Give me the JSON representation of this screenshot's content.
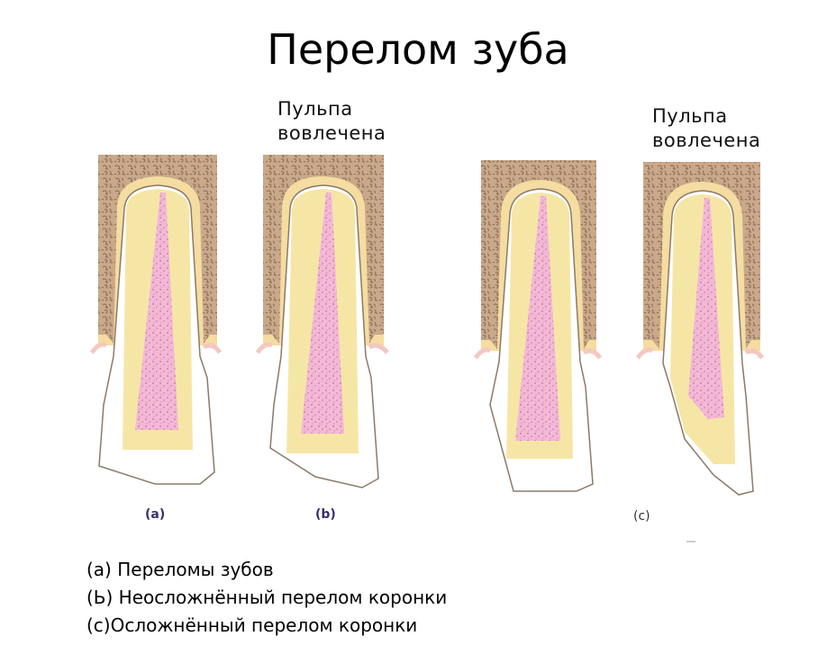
{
  "title": "Перелом зуба",
  "pulp_notes": [
    {
      "line1": "Пульпа",
      "line2": "вовлечена"
    },
    {
      "line1": "Пульпа",
      "line2": "вовлечена"
    }
  ],
  "figure_labels": [
    "(a)",
    "(b)",
    "(c)"
  ],
  "caption": [
    "(a) Переломы зубов",
    "(Ь) Неосложнённый перелом коронки",
    "(c)Осложнённый перелом коронки"
  ],
  "colors": {
    "bone": "#c9a98a",
    "bone_speckle": "#8b6a55",
    "ligament": "#f5dca0",
    "dentin": "#f6e6a6",
    "pulp": "#f3b8d6",
    "pulp_dots": "#a8507a",
    "gum": "#f4c8c0",
    "outline": "#8a7a6a"
  }
}
